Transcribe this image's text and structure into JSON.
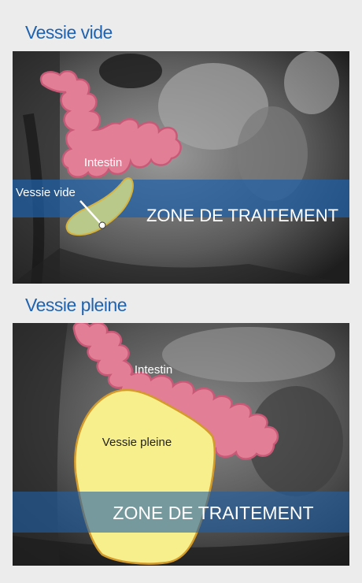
{
  "panels": [
    {
      "title": "Vessie vide",
      "labels": {
        "intestin": "Intestin",
        "bladder": "Vessie vide",
        "zone": "ZONE DE TRAITEMENT"
      }
    },
    {
      "title": "Vessie pleine",
      "labels": {
        "intestin": "Intestin",
        "bladder": "Vessie pleine",
        "zone": "ZONE DE TRAITEMENT"
      }
    }
  ],
  "colors": {
    "title": "#1f63b0",
    "intestine_fill": "#e27e95",
    "intestine_stroke": "#c85a78",
    "empty_bladder_fill": "#b8c98a",
    "full_bladder_fill": "#f7ef8c",
    "full_bladder_stroke": "#d49a2a",
    "treatment_band": "#1f5fa8"
  }
}
